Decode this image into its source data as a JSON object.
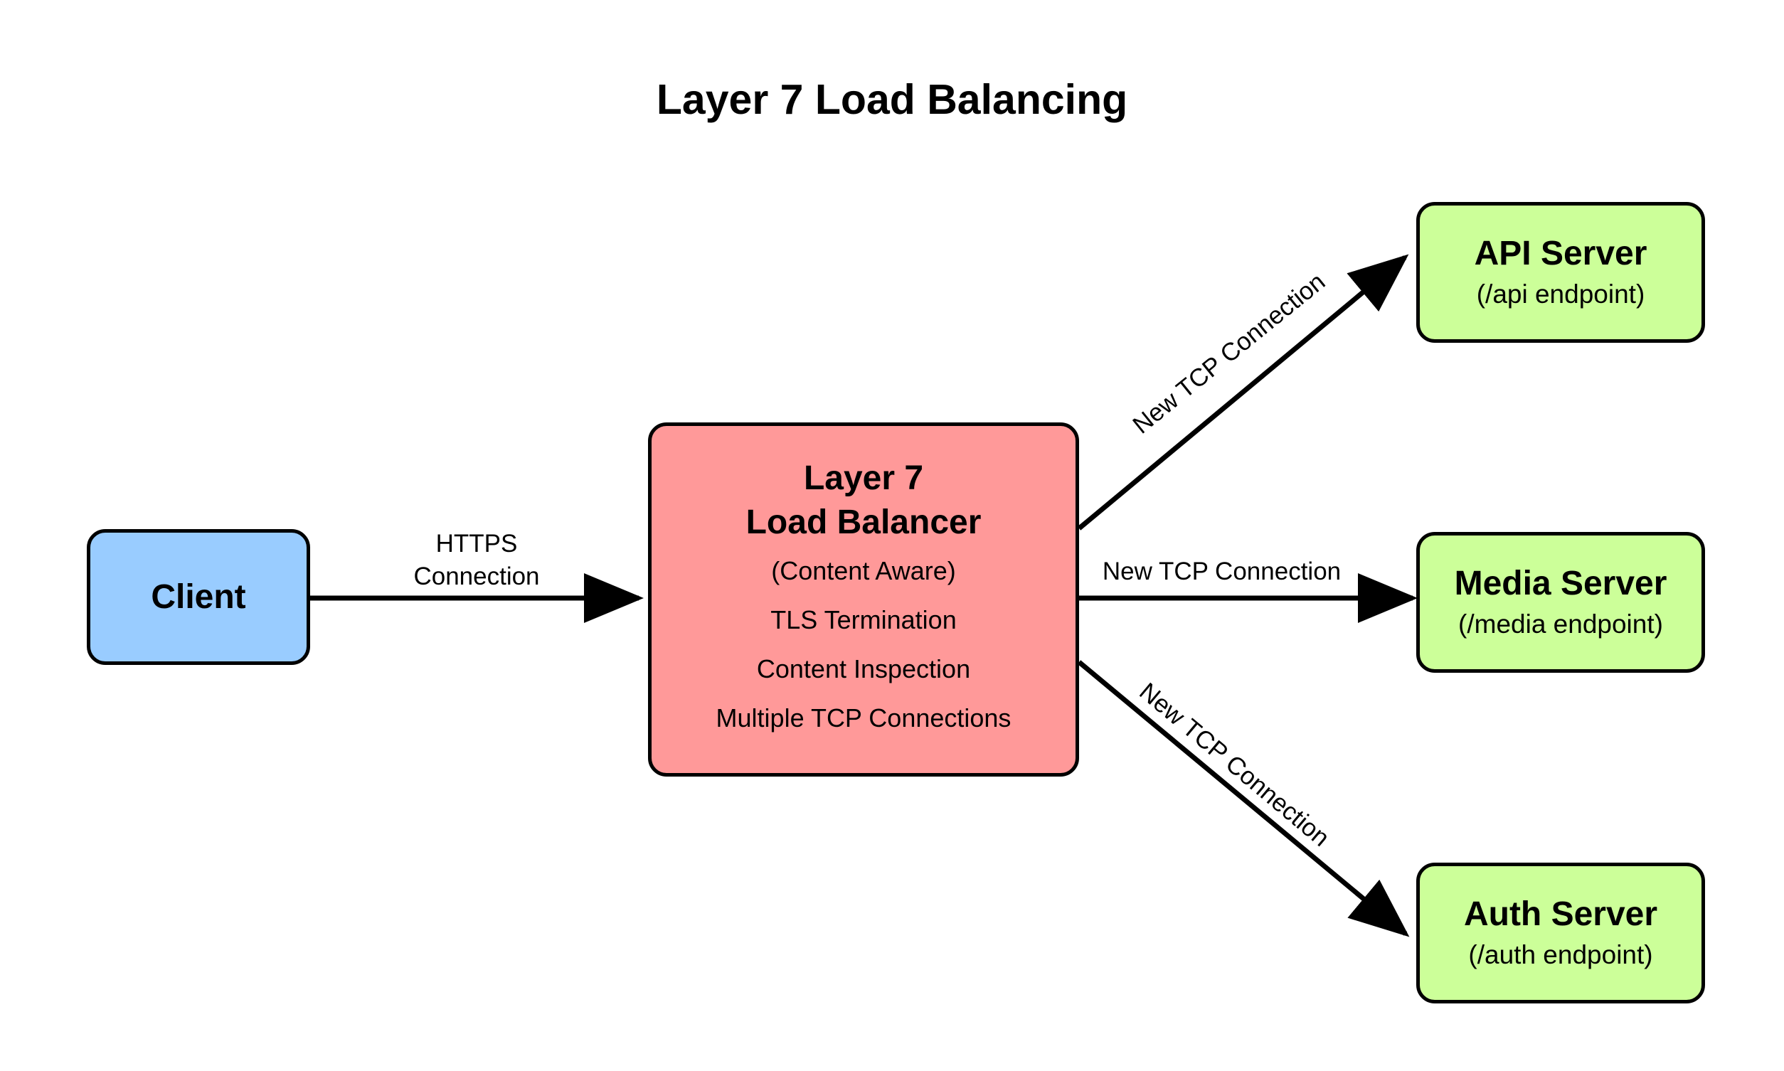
{
  "title": "Layer 7 Load Balancing",
  "colors": {
    "client_fill": "#99ccff",
    "load_balancer_fill": "#ff9999",
    "server_fill": "#ccff99",
    "stroke": "#000000"
  },
  "nodes": {
    "client": {
      "name": "Client"
    },
    "load_balancer": {
      "title_line1": "Layer 7",
      "title_line2": "Load Balancer",
      "lines": [
        "(Content Aware)",
        "TLS Termination",
        "Content Inspection",
        "Multiple TCP Connections"
      ]
    },
    "servers": [
      {
        "name": "API Server",
        "endpoint": "(/api endpoint)"
      },
      {
        "name": "Media Server",
        "endpoint": "(/media endpoint)"
      },
      {
        "name": "Auth Server",
        "endpoint": "(/auth endpoint)"
      }
    ]
  },
  "edges": {
    "client_to_lb": {
      "line1": "HTTPS",
      "line2": "Connection"
    },
    "lb_to_api": "New TCP Connection",
    "lb_to_media": "New TCP Connection",
    "lb_to_auth": "New TCP Connection"
  }
}
